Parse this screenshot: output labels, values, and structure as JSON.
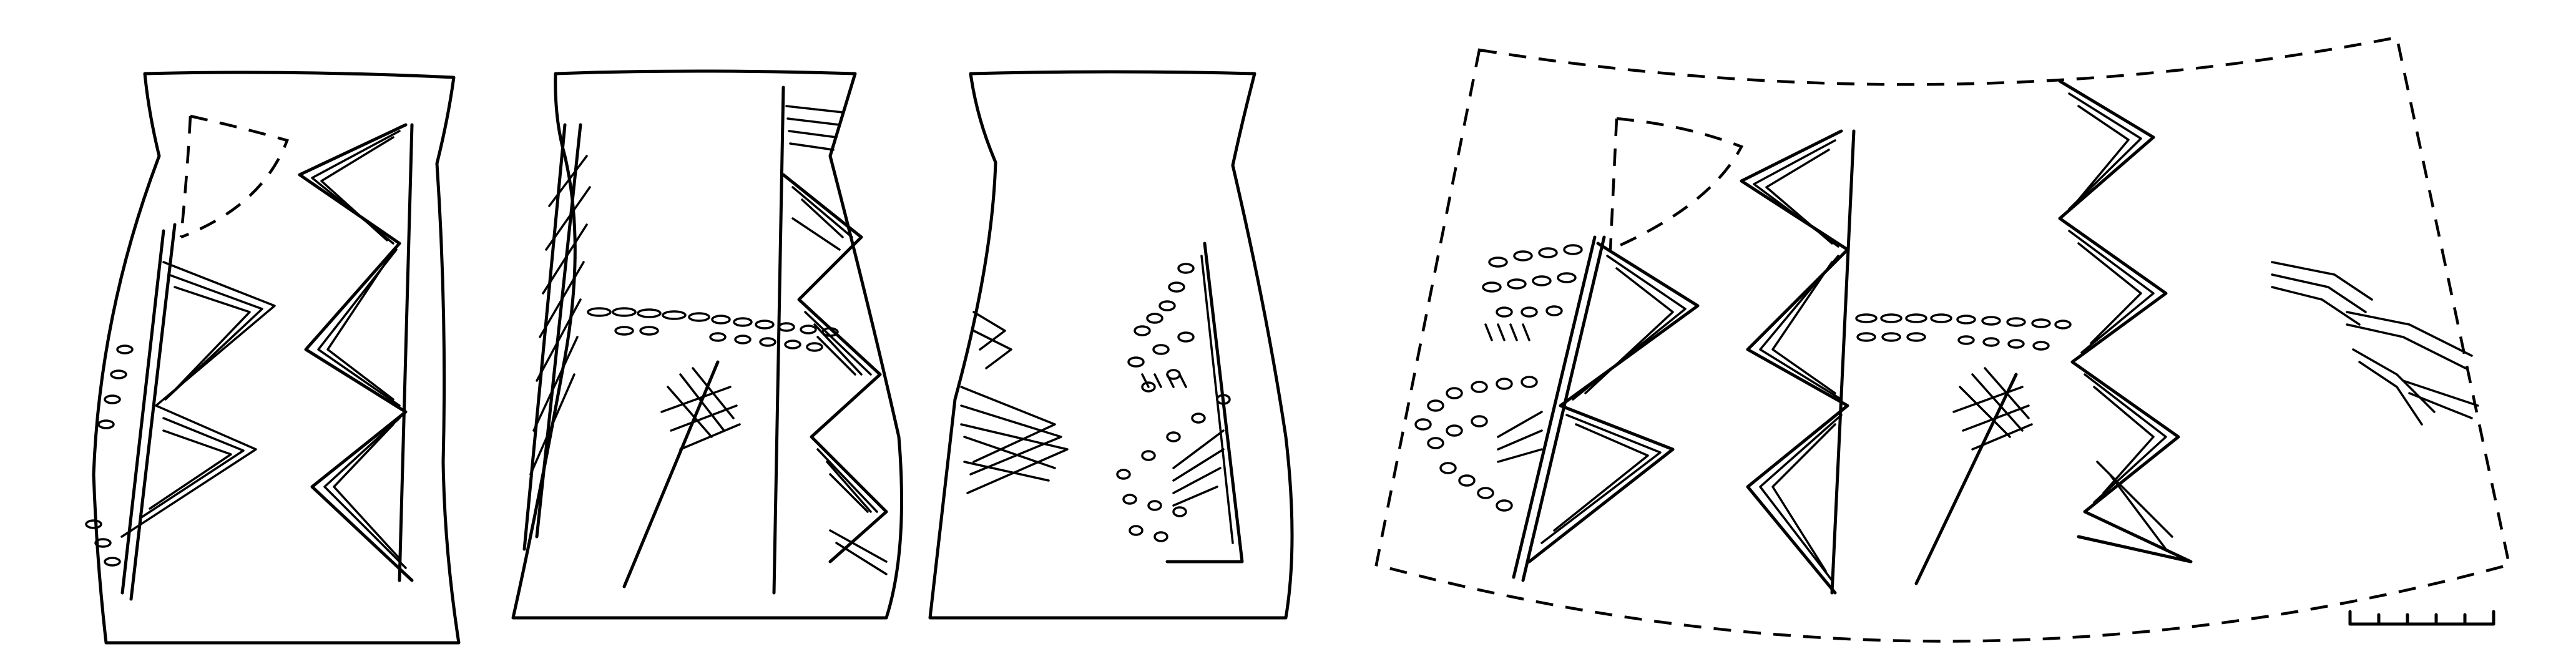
{
  "figure": {
    "views": [
      {
        "id": "view-1"
      },
      {
        "id": "view-2"
      },
      {
        "id": "view-3"
      },
      {
        "id": "rollout"
      }
    ],
    "scale_bar": {
      "divisions": 5
    }
  },
  "colors": {
    "ink": "#000000",
    "background": "#ffffff"
  }
}
